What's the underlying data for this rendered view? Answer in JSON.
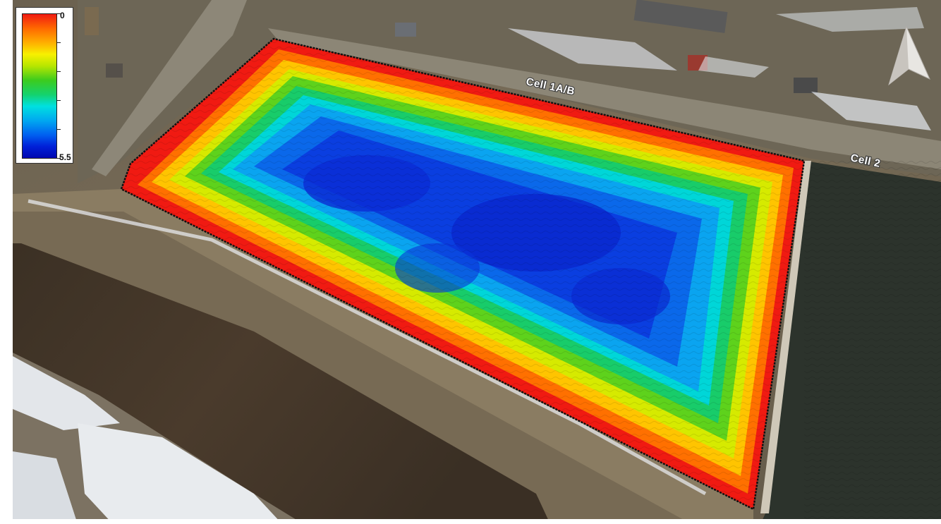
{
  "legend": {
    "max_label": "0",
    "min_label": "5.5",
    "colors": [
      "#f01a12",
      "#ff6a00",
      "#f7f000",
      "#3ccc1e",
      "#00e0e0",
      "#00a8f0",
      "#0020d8"
    ]
  },
  "labels": {
    "cell_1ab": "Cell 1A/B",
    "cell_2": "Cell 2"
  },
  "icons": {
    "north_arrow": "north-arrow-icon"
  }
}
